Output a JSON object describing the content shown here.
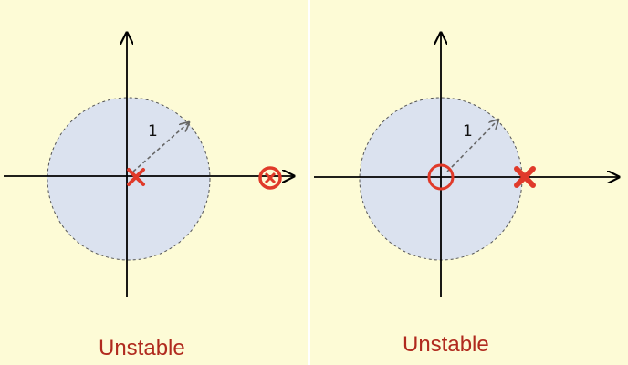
{
  "colors": {
    "background": "#fdfbd6",
    "unit_circle_fill": "#dbe2ef",
    "axis": "#000000",
    "marker": "#e03a2a",
    "caption": "#b02a1e"
  },
  "panels": [
    {
      "radius_label": "1",
      "caption": "Unstable",
      "markers": [
        "pole-x-at-origin",
        "pole-zero-overlap-outside"
      ]
    },
    {
      "radius_label": "1",
      "caption": "Unstable",
      "markers": [
        "zero-circle-at-origin",
        "pole-x-on-unit-circle"
      ]
    }
  ]
}
